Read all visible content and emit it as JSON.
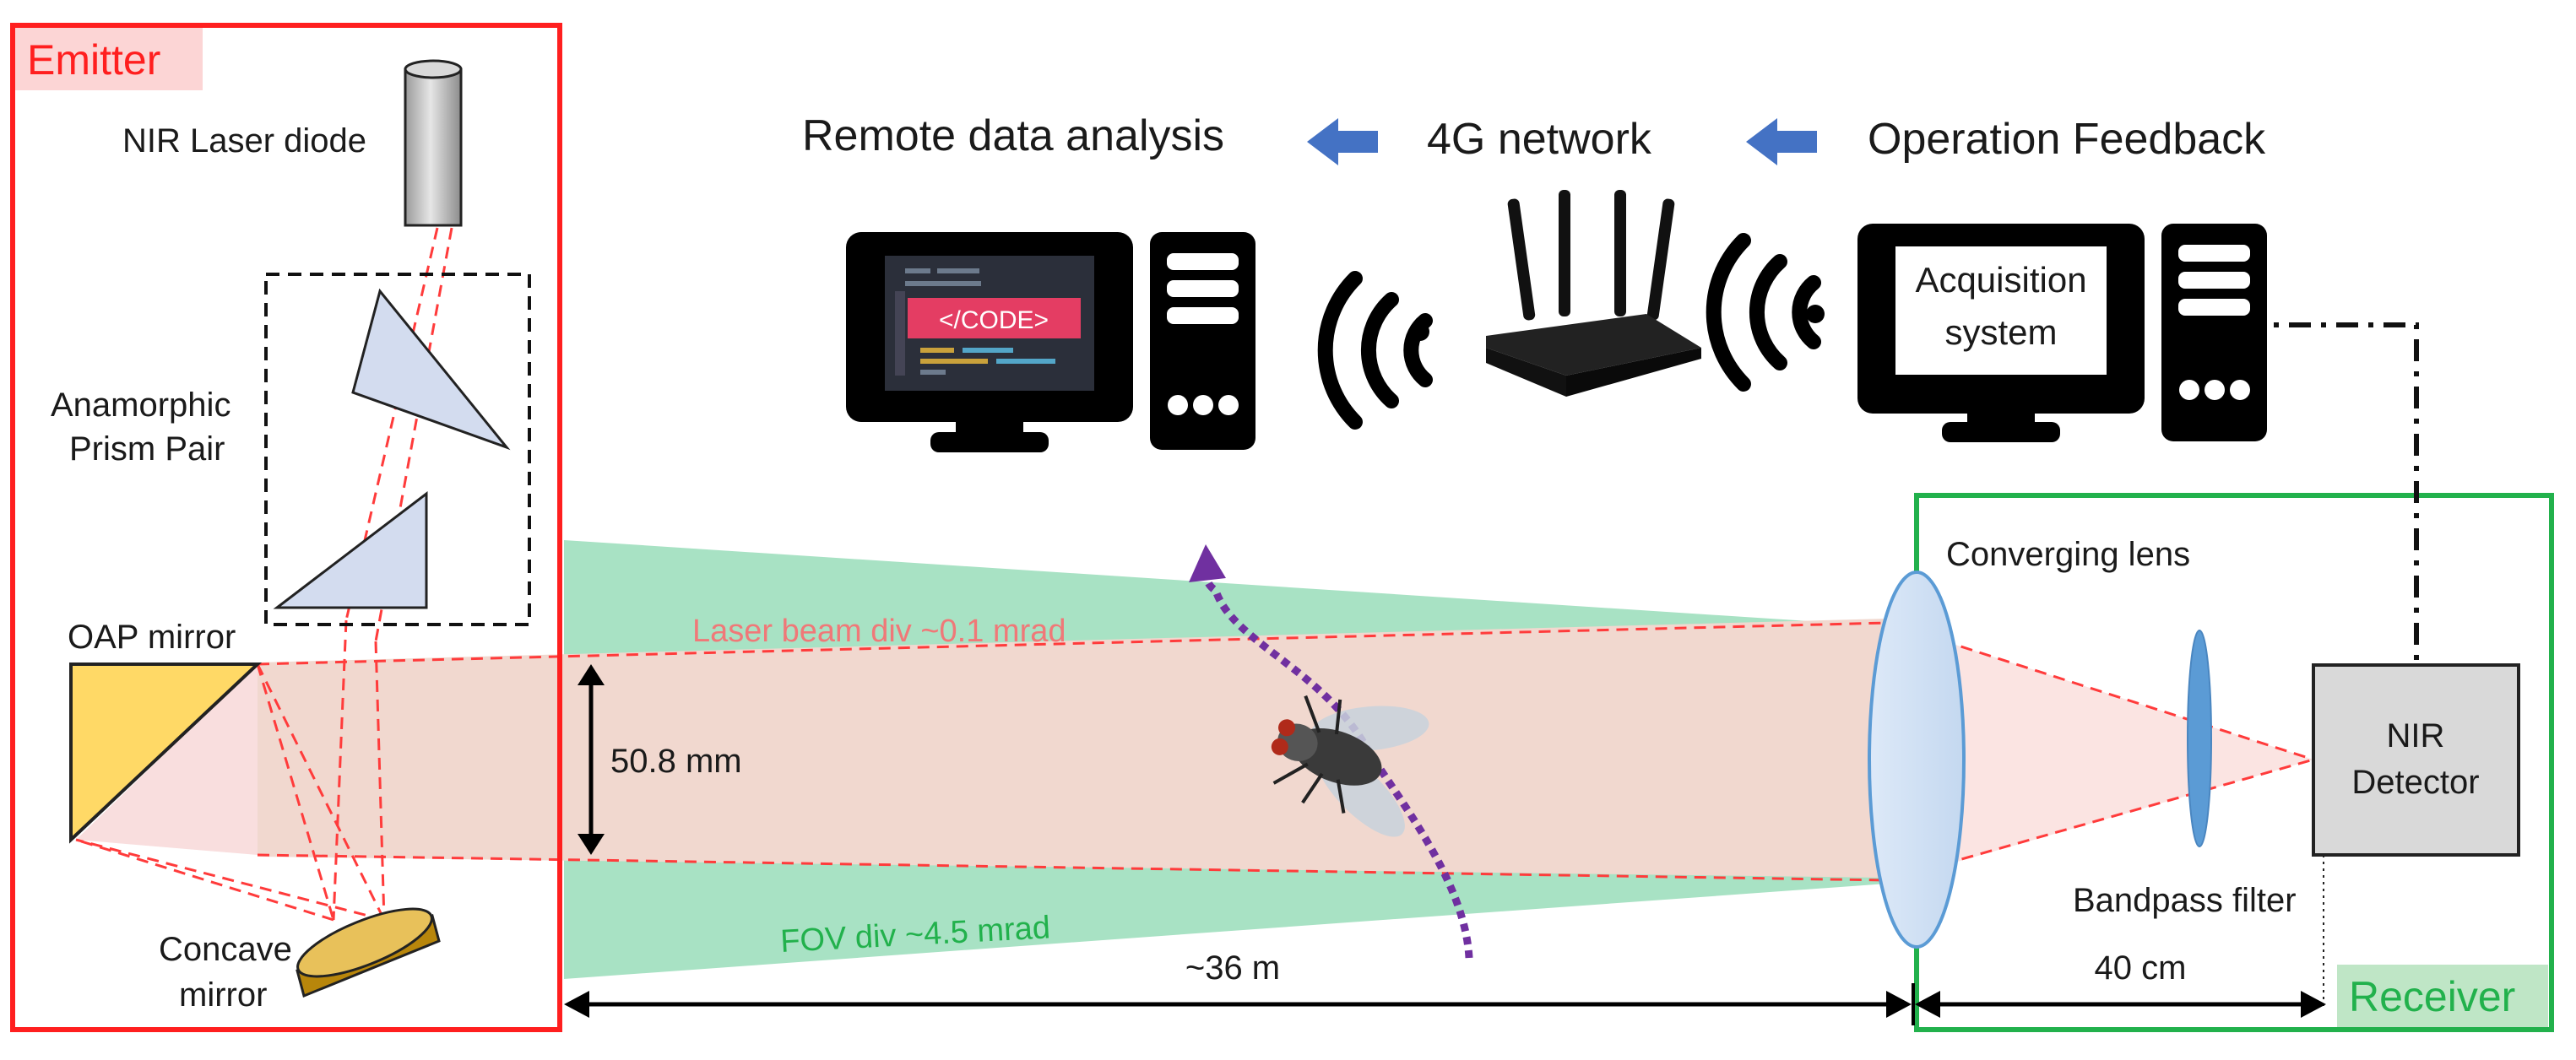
{
  "emitter": {
    "label": "Emitter",
    "laser_diode": "NIR Laser diode",
    "prism_pair_line1": "Anamorphic",
    "prism_pair_line2": "Prism Pair",
    "oap_mirror": "OAP mirror",
    "concave_line1": "Concave",
    "concave_line2": "mirror"
  },
  "network": {
    "remote": "Remote data analysis",
    "network": "4G network",
    "feedback": "Operation Feedback",
    "code_label": "</CODE>",
    "acq_line1": "Acquisition",
    "acq_line2": "system"
  },
  "beam": {
    "laser_div": "Laser beam div ~0.1 mrad",
    "fov_div": "FOV div ~4.5 mrad",
    "aperture": "50.8 mm",
    "range": "~36 m"
  },
  "receiver": {
    "label": "Receiver",
    "lens": "Converging lens",
    "detector_line1": "NIR",
    "detector_line2": "Detector",
    "filter": "Bandpass filter",
    "distance": "40 cm"
  },
  "colors": {
    "emitter": "#ff1f1f",
    "receiver": "#22b14c",
    "fov": "#9fe0bf",
    "beam": "#f3d6d0",
    "laser": "#ff3b3b",
    "arrow": "#4472c4",
    "trajectory": "#7030a0"
  }
}
